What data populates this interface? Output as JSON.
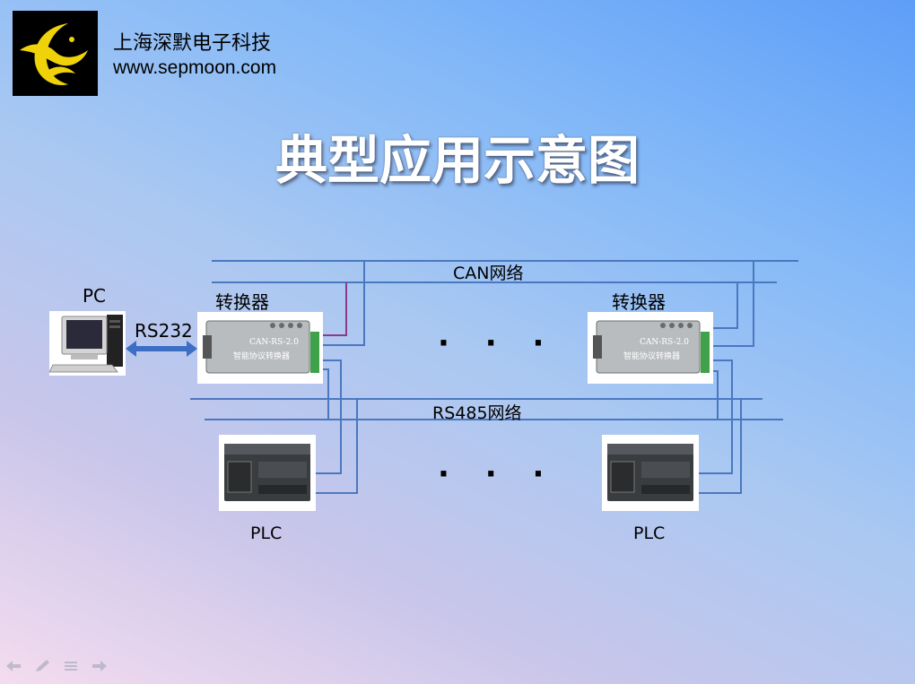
{
  "header": {
    "company_name": "上海深默电子科技",
    "company_url": "www.sepmoon.com",
    "logo_icon": "moon-crane-logo-icon"
  },
  "slide": {
    "title": "典型应用示意图"
  },
  "diagram": {
    "pc_label": "PC",
    "rs232_label": "RS232",
    "converter_label_left": "转换器",
    "converter_label_right": "转换器",
    "can_network_label": "CAN网络",
    "rs485_network_label": "RS485网络",
    "plc_label_left": "PLC",
    "plc_label_right": "PLC",
    "ellipsis_top": "· · ·",
    "ellipsis_bottom": "· · ·",
    "converter_model": "CAN-RS-2.0",
    "converter_subtitle": "智能协议转换器",
    "line_color": "#4a78c0",
    "accent_wire_color": "#8b3a8b"
  },
  "nav": {
    "icons": [
      "arrow-left-icon",
      "pen-icon",
      "menu-icon",
      "arrow-right-icon"
    ]
  }
}
